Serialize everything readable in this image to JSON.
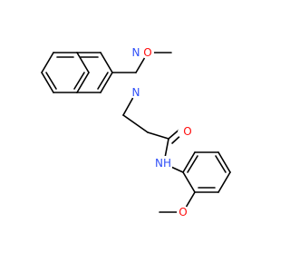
{
  "molecule": {
    "atom_labels": {
      "n_top": "N",
      "n_bottom": "N",
      "o_methoxy_top": "O",
      "o_carbonyl": "O",
      "nh": "NH",
      "o_methoxy_bottom": "O"
    },
    "colors": {
      "bond": "#000000",
      "nitrogen": "#3050F8",
      "oxygen": "#FF0D0D"
    }
  }
}
